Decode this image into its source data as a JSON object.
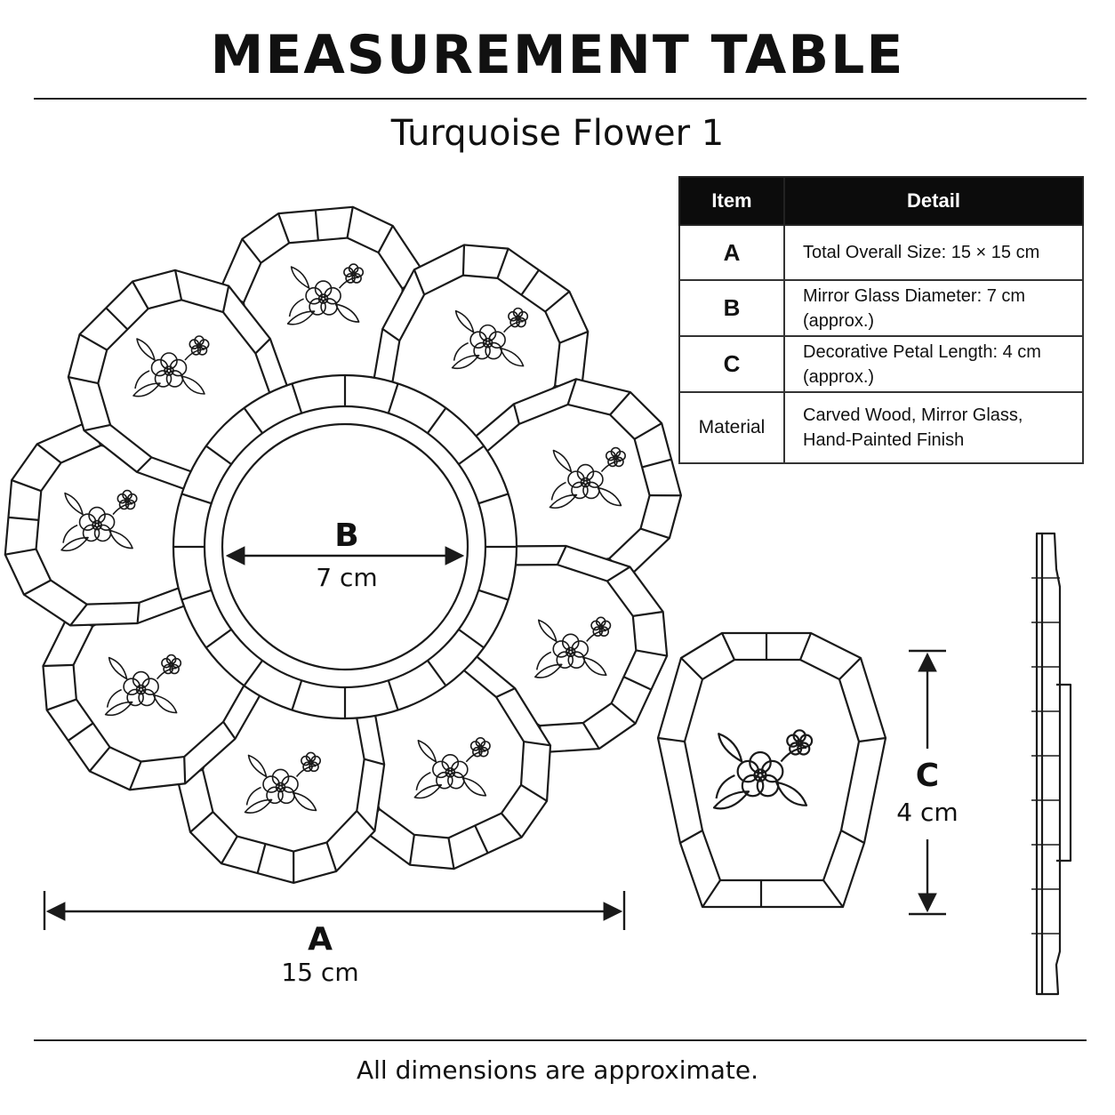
{
  "header": {
    "title": "MEASUREMENT TABLE",
    "subtitle": "Turquoise Flower 1"
  },
  "table": {
    "columns": [
      "Item",
      "Detail"
    ],
    "rows": [
      {
        "item": "A",
        "detail": [
          "Total Overall Size: 15 × 15 cm"
        ]
      },
      {
        "item": "B",
        "detail": [
          "Mirror Glass Diameter: 7 cm (approx.)"
        ]
      },
      {
        "item": "C",
        "detail": [
          "Decorative Petal Length: 4 cm (approx.)"
        ]
      },
      {
        "item": "Material",
        "detail": [
          "Carved Wood, Mirror Glass,",
          "Hand-Painted Finish"
        ]
      }
    ]
  },
  "dimensions": {
    "a": {
      "label": "A",
      "value": "15 cm"
    },
    "b": {
      "label": "B",
      "value": "7 cm"
    },
    "c": {
      "label": "C",
      "value": "4 cm"
    }
  },
  "footer": {
    "note": "All dimensions are approximate."
  },
  "colors": {
    "ink": "#1a1a1a",
    "header_bg": "#0c0c0c"
  },
  "icons": [
    "flower-mirror-frame-icon",
    "petal-detail-icon",
    "side-profile-icon"
  ]
}
